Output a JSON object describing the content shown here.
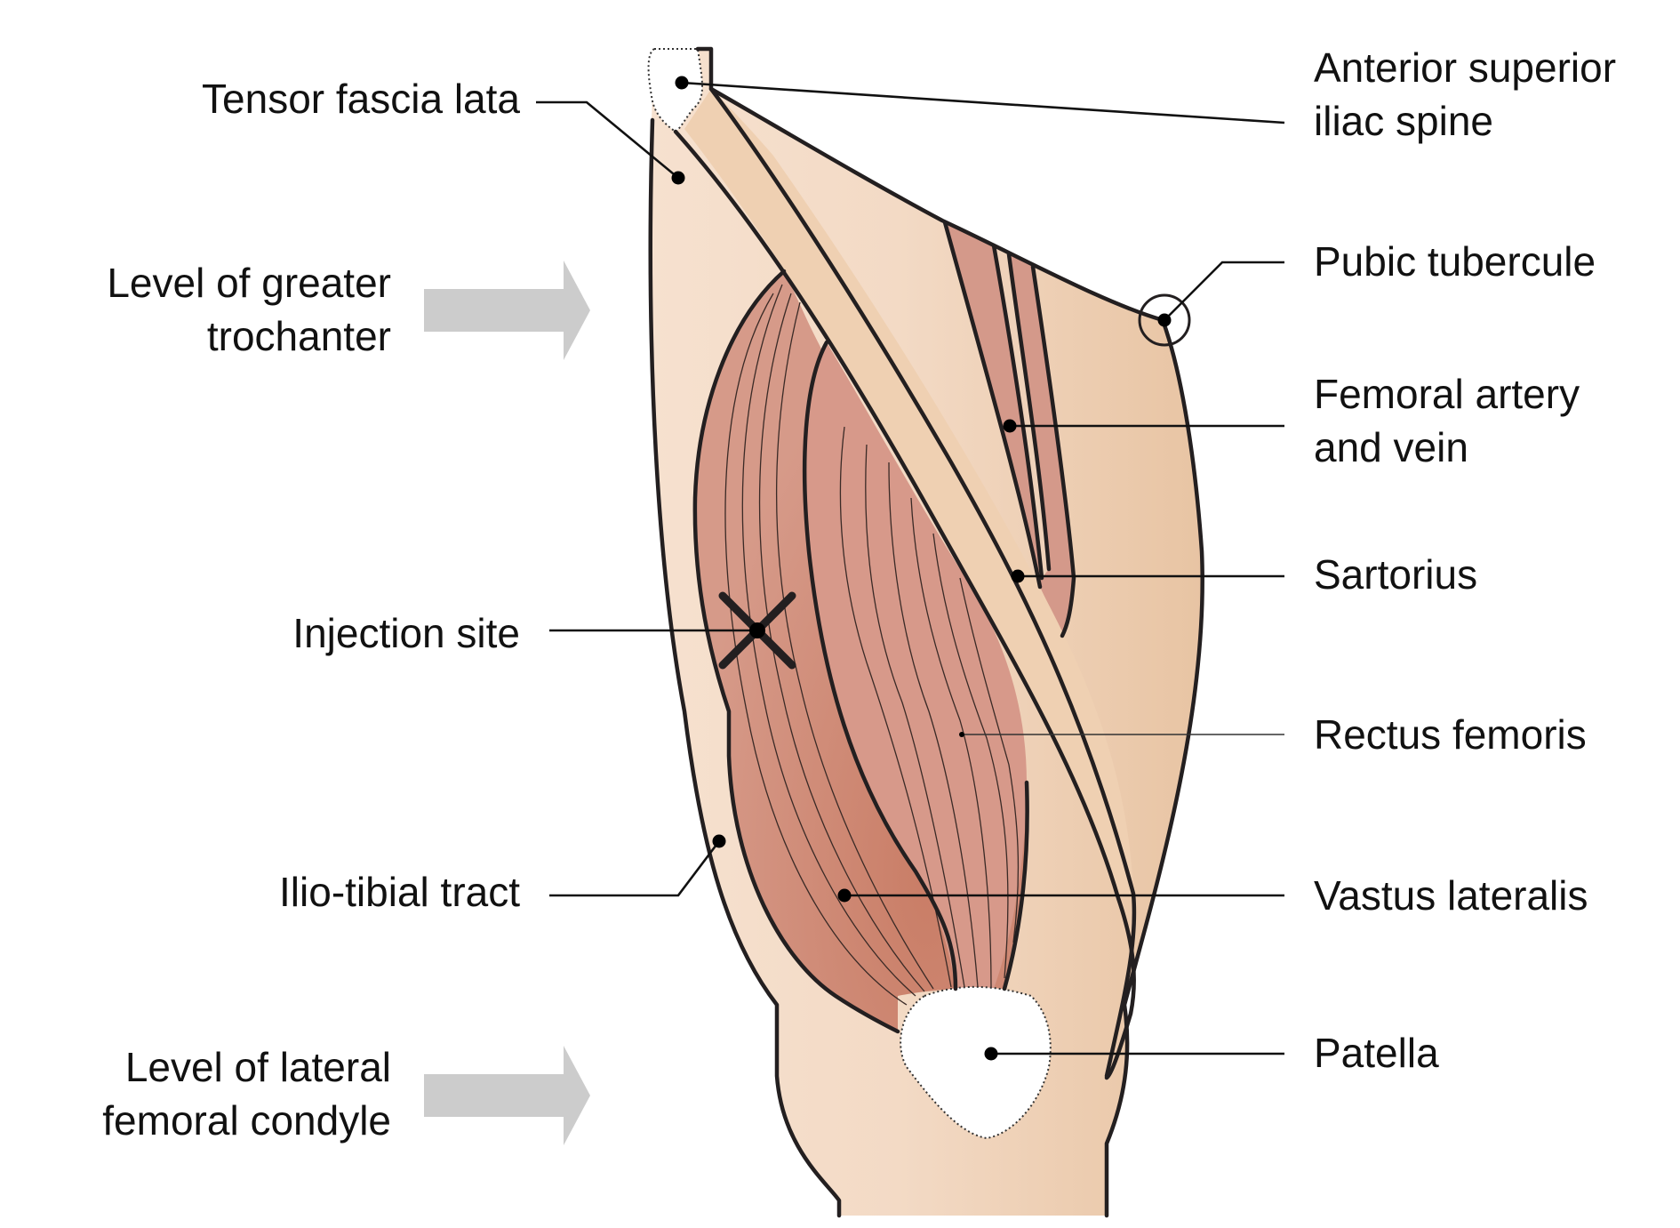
{
  "diagram": {
    "title": "Lateral thigh anatomy – vastus lateralis injection site",
    "colors": {
      "skin_light": "#f5dfcc",
      "skin_dark": "#e9c5a5",
      "sartorius": "#efd0b2",
      "muscle": "#d4998a",
      "muscle_dark": "#c97f69",
      "bone_landmark": "#ffffff",
      "arrow": "#cccccc",
      "outline": "#231f20"
    },
    "left_labels": {
      "tensor_fascia_lata": "Tensor fascia lata",
      "greater_trochanter_line1": "Level of greater",
      "greater_trochanter_line2": "trochanter",
      "injection_site": "Injection site",
      "iliotibial_tract": "Ilio-tibial tract",
      "lateral_condyle_line1": "Level of lateral",
      "lateral_condyle_line2": "femoral condyle"
    },
    "right_labels": {
      "asis_line1": "Anterior superior",
      "asis_line2": "iliac spine",
      "pubic_tubercule": "Pubic tubercule",
      "femoral_line1": "Femoral artery",
      "femoral_line2": "and vein",
      "sartorius": "Sartorius",
      "rectus_femoris": "Rectus femoris",
      "vastus_lateralis": "Vastus lateralis",
      "patella": "Patella"
    },
    "icons": {
      "injection_marker": "x-mark-icon",
      "level_arrow": "right-arrow-icon",
      "pubic_marker": "circle-marker-icon"
    }
  }
}
